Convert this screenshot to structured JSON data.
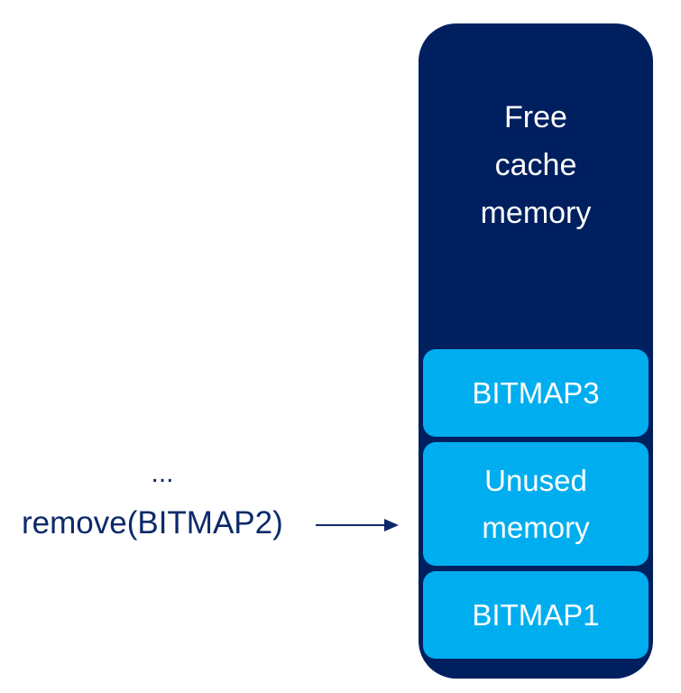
{
  "colors": {
    "cache_background": "#001f5f",
    "block_fill": "#00aeef",
    "text_light": "#ffffff",
    "text_dark": "#0b2a6b"
  },
  "cache": {
    "free_label_lines": [
      "Free",
      "cache",
      "memory"
    ],
    "blocks": [
      {
        "label_lines": [
          "BITMAP3"
        ]
      },
      {
        "label_lines": [
          "Unused",
          "memory"
        ]
      },
      {
        "label_lines": [
          "BITMAP1"
        ]
      }
    ]
  },
  "operations": {
    "ellipsis": "...",
    "call": "remove(BITMAP2)"
  },
  "arrow": {
    "from": "operations.call",
    "to": "cache.blocks.1",
    "icon": "right-arrow-icon"
  }
}
